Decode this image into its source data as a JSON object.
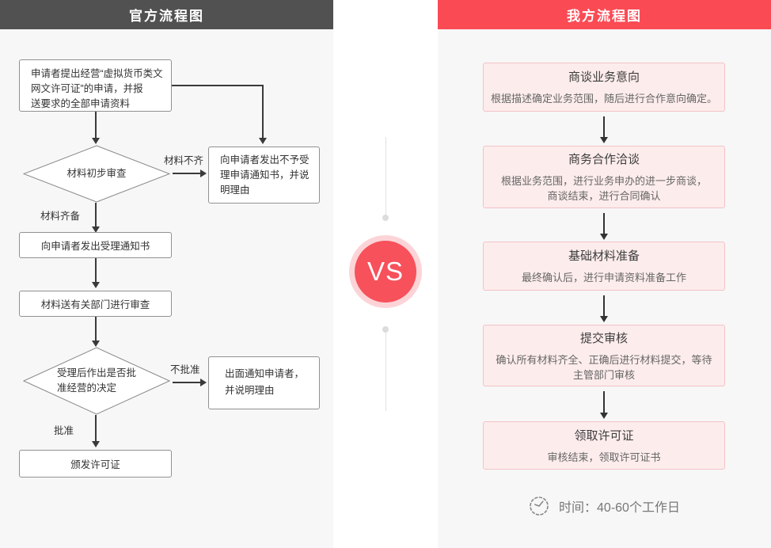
{
  "colors": {
    "official_header_bg": "#515151",
    "our_header_bg": "#fa4b55",
    "vs_red": "#f7515b",
    "vs_ring_pink": "#fcd4d7",
    "step_box_bg": "#fdecec",
    "step_box_border": "#f3c3c7",
    "panel_bg": "#f7f7f7"
  },
  "left_panel": {
    "header": "官方流程图",
    "nodes": {
      "box_apply": "申请者提出经营“虚拟货币类文\n网文许可证”的申请，并报\n送要求的全部申请资料",
      "diamond_initial_review": "材料初步审查",
      "label_material_incomplete": "材料不齐",
      "box_reject_notice": "向申请者发出不予受\n理申请通知书，并说\n明理由",
      "label_material_complete": "材料齐备",
      "box_accept_notice": "向申请者发出受理通知书",
      "box_send_review": "材料送有关部门进行审查",
      "diamond_approval_decision": "受理后作出是否批\n准经营的决定",
      "label_disapprove": "不批准",
      "box_notify_reason": "出面通知申请者，\n并说明理由",
      "label_approve": "批准",
      "box_issue_license": "颁发许可证"
    }
  },
  "center": {
    "vs_label": "VS"
  },
  "right_panel": {
    "header": "我方流程图",
    "steps": [
      {
        "title": "商谈业务意向",
        "desc": "根据描述确定业务范围，随后进行合作意向确定。"
      },
      {
        "title": "商务合作洽谈",
        "desc": "根据业务范围，进行业务申办的进一步商谈，\n商谈结束，进行合同确认"
      },
      {
        "title": "基础材料准备",
        "desc": "最终确认后，进行申请资料准备工作"
      },
      {
        "title": "提交审核",
        "desc": "确认所有材料齐全、正确后进行材料提交，等待\n主管部门审核"
      },
      {
        "title": "领取许可证",
        "desc": "审核结束，领取许可证书"
      }
    ],
    "time_note": "时间：40-60个工作日"
  }
}
